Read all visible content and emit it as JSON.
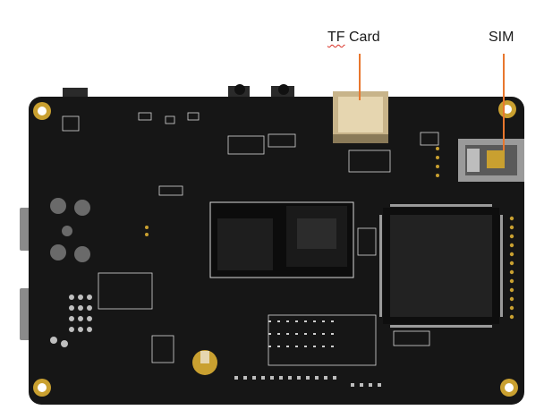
{
  "callouts": {
    "tf_card": {
      "prefix": "TF",
      "rest": " Card"
    },
    "sim": {
      "label": "SIM"
    }
  },
  "colors": {
    "board": "#161616",
    "callout_line": "#e8772e",
    "pad_gold": "#c9a030",
    "silkscreen": "#d8d8d8",
    "chip": "#0c0c0c",
    "sim_slot": "#9a9a9a",
    "tf_slot": "#c8b48a"
  }
}
